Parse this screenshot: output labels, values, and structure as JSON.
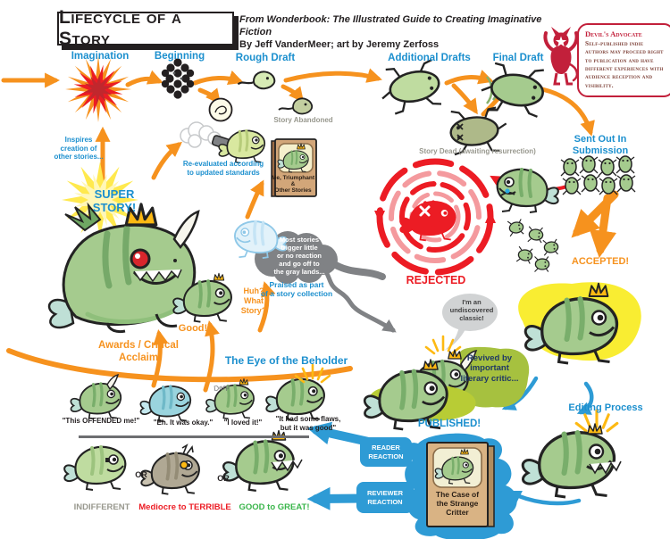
{
  "palette": {
    "blue": "#1B8FCE",
    "orange": "#F6921E",
    "red": "#EC1C24",
    "devil_red": "#C2203B",
    "gray_label": "#98988E",
    "green": "#39B54A",
    "critter_green": "#A5CB8E",
    "crown_gold": "#FDB913",
    "accepted_yellow": "#F9ED32"
  },
  "header": {
    "title": "Lifecycle of a Story",
    "credit_line1": "From Wonderbook: The Illustrated Guide to Creating Imaginative Fiction",
    "credit_line2": "By Jeff VanderMeer; art by Jeremy Zerfoss"
  },
  "devils_advocate": {
    "title": "Devil's Advocate",
    "body": "Self-published indie authors may proceed right to publication and have different experiences with audience reception and visibility."
  },
  "stages": {
    "imagination": "Imagination",
    "beginning": "Beginning",
    "rough_draft": "Rough Draft",
    "additional_drafts": "Additional Drafts",
    "final_draft": "Final Draft",
    "sent_out": "Sent Out In\nSubmission",
    "accepted": "ACCEPTED!",
    "rejected": "REJECTED",
    "published": "PUBLISHED!",
    "editing_process": "Editing Process",
    "eye_of_beholder": "The Eye of the Beholder"
  },
  "annotations": {
    "inspires": "Inspires\ncreation of\nother stories...",
    "super_story": "SUPER\nSTORY!",
    "re_evaluated": "Re-evaluated according\nto updated standards",
    "story_abandoned": "Story Abandoned",
    "praised": "Praised as part\nof a story collection",
    "story_dead": "Story Dead (awaiting resurrection)",
    "gray_lands": "Most stories\ntrigger little\nor no reaction\nand go off to\nthe gray lands...",
    "huh": "Huh?\nWhat\nStory?",
    "good": "Good!",
    "awards": "Awards / Critical\nAcclaim",
    "undiscovered": "I'm an\nundiscovered\nclassic!",
    "revived": "Revived by\nimportant\nliterary critic...",
    "derp": "Derp"
  },
  "books": {
    "collection_title": "Me, Triumphant\n&\nOther Stories",
    "novel_title": "The Case of\nthe Strange\nCritter"
  },
  "reactions": {
    "reader": "READER\nREACTION",
    "reviewer": "REVIEWER\nREACTION",
    "or": "OR",
    "quotes": [
      "\"This OFFENDED me!\"",
      "\"Eh. It was okay.\"",
      "\"I loved it!\"",
      "\"It had some flaws,\nbut it was good\""
    ],
    "outcomes": [
      "INDIFFERENT",
      "Mediocre to TERRIBLE",
      "GOOD to GREAT!"
    ]
  }
}
